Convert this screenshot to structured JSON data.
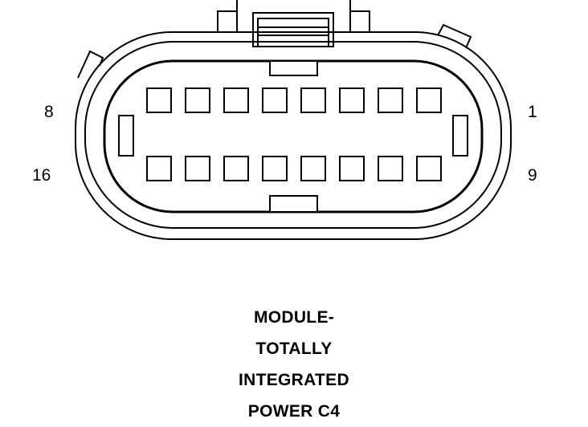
{
  "connector": {
    "pin_labels": {
      "top_left": "8",
      "top_right": "1",
      "bottom_left": "16",
      "bottom_right": "9"
    },
    "top_row_cavities": 8,
    "bottom_row_cavities": 8
  },
  "caption": {
    "line1": "MODULE-",
    "line2": "TOTALLY",
    "line3": "INTEGRATED",
    "line4": "POWER C4"
  },
  "colors": {
    "stroke": "#000000",
    "background": "#ffffff"
  }
}
